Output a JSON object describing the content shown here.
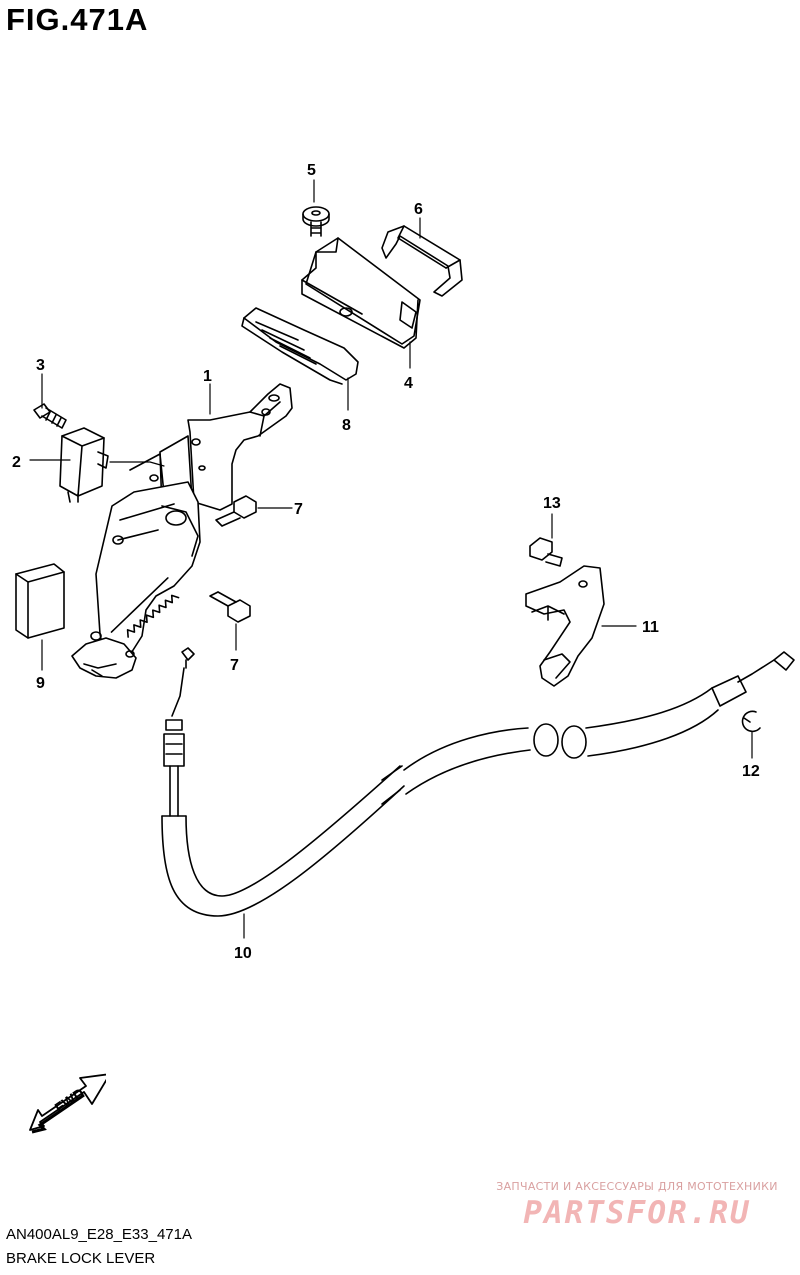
{
  "figure": {
    "title": "FIG.471A",
    "code": "AN400AL9_E28_E33_471A",
    "name": "BRAKE LOCK LEVER"
  },
  "callouts": {
    "c1": "1",
    "c2": "2",
    "c3": "3",
    "c4": "4",
    "c5": "5",
    "c6": "6",
    "c7a": "7",
    "c7b": "7",
    "c8": "8",
    "c9": "9",
    "c10": "10",
    "c11": "11",
    "c12": "12",
    "c13": "13"
  },
  "fwd": {
    "label": "FWD",
    "icon": "fwd-arrow-icon"
  },
  "watermark": {
    "line1": "ЗАПЧАСТИ И АКСЕССУАРЫ ДЛЯ МОТОТЕХНИКИ",
    "logo": "PARTSFOR.RU",
    "color": "#f2b5b5"
  }
}
